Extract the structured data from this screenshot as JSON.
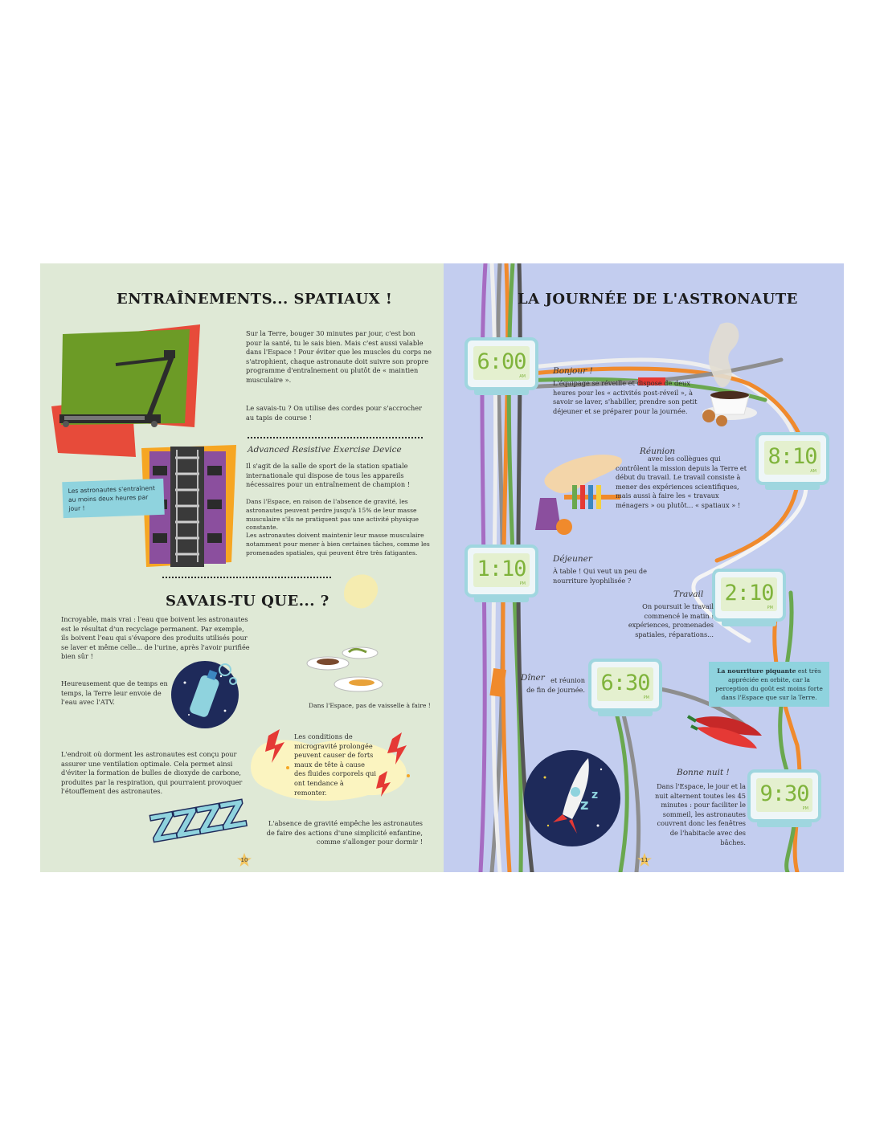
{
  "left_page": {
    "title": "ENTRAÎNEMENTS... SPATIAUX !",
    "treadmill_text": "Sur la Terre, bouger 30 minutes par jour, c'est bon pour la santé, tu le sais bien. Mais c'est aussi valable dans l'Espace ! Pour éviter que les muscles du corps ne s'atrophient, chaque astronaute doit suivre son propre programme d'entraînement ou plutôt de « maintien musculaire ».",
    "treadmill_text2": "Le savais-tu ? On utilise des cordes pour s'accrocher au tapis de course !",
    "ared_title": "Advanced Resistive Exercise Device",
    "ared_text": "Il s'agit de la salle de sport de la station spatiale internationale qui dispose de tous les appareils nécessaires pour un entraînement de champion !",
    "ared_text2": "Dans l'Espace, en raison de l'absence de gravité, les astronautes peuvent perdre jusqu'à 15% de leur masse musculaire s'ils ne pratiquent pas une activité physique constante.",
    "ared_text3": "Les astronautes doivent maintenir leur masse musculaire notamment pour mener à bien certaines tâches, comme les promenades spatiales, qui peuvent être très fatigantes.",
    "note": "Les astronautes s'entraînent au moins deux heures par jour !",
    "section2_title": "SAVAIS-TU QUE... ?",
    "water_text": "Incroyable, mais vrai : l'eau que boivent les astronautes est le résultat d'un recyclage permanent. Par exemple, ils boivent l'eau qui s'évapore des produits utilisés pour se laver et même celle... de l'urine, après l'avoir purifiée bien sûr !",
    "atv_text": "Heureusement que de temps en temps, la Terre leur envoie de l'eau avec l'ATV.",
    "dishes_caption": "Dans l'Espace, pas de vaisselle à faire !",
    "micrograv_text": "Les conditions de microgravité prolongée peuvent causer de forts maux de tête à cause des fluides corporels qui ont tendance à remonter.",
    "sleep_text": "L'endroit où dorment les astronautes est conçu pour assurer une ventilation optimale. Cela permet ainsi d'éviter la formation de bulles de dioxyde de carbone, produites par la respiration, qui pourraient provoquer l'étouffement des astronautes.",
    "gravity_text": "L'absence de gravité empêche les astronautes de faire des actions d'une simplicité enfantine, comme s'allonger pour dormir !",
    "page_number": "10",
    "zzz": "ZZZZ",
    "colors": {
      "background": "#dfe9d6",
      "note": "#8fd3de"
    }
  },
  "right_page": {
    "title": "LA JOURNÉE DE L'ASTRONAUTE",
    "clocks": [
      {
        "time": "6:00",
        "ampm": "AM"
      },
      {
        "time": "8:10",
        "ampm": "AM"
      },
      {
        "time": "1:10",
        "ampm": "PM"
      },
      {
        "time": "2:10",
        "ampm": "PM"
      },
      {
        "time": "6:30",
        "ampm": "PM"
      },
      {
        "time": "9:30",
        "ampm": "PM"
      }
    ],
    "bonjour_title": "Bonjour !",
    "bonjour_text": "L'équipage se réveille et dispose de deux heures pour les « activités post-réveil », à savoir se laver, s'habiller, prendre son petit déjeuner et se préparer pour la journée.",
    "reunion_title": "Réunion",
    "reunion_text": "avec les collègues qui contrôlent la mission depuis la Terre et début du travail. Le travail consiste à mener des expériences scientifiques, mais aussi à faire les « travaux ménagers » ou plutôt... « spatiaux » !",
    "dejeuner_title": "Déjeuner",
    "dejeuner_text": "À table ! Qui veut un peu de nourriture lyophilisée ?",
    "travail_title": "Travail",
    "travail_text": "On poursuit le travail commencé le matin : expériences, promenades spatiales, réparations...",
    "diner_title": "Dîner",
    "diner_text": "et réunion de fin de journée.",
    "spicy_bold": "La nourriture piquante",
    "spicy_text": "est très appréciée en orbite, car la perception du goût est moins forte dans l'Espace que sur la Terre.",
    "nuit_title": "Bonne nuit !",
    "nuit_text": "Dans l'Espace, le jour et la nuit alternent toutes les 45 minutes : pour faciliter le sommeil, les astronautes couvrent donc les fenêtres de l'habitacle avec des bâches.",
    "page_number": "11",
    "colors": {
      "background": "#c3cdef",
      "clock_frame": "#9fd6df",
      "digits": "#7fb33b"
    }
  }
}
